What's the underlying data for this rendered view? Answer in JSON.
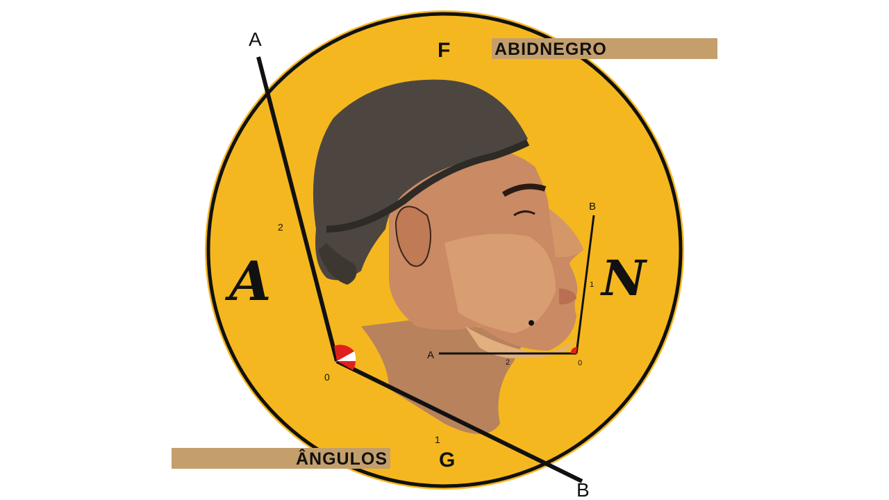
{
  "title_band": "ABIDNEGRO",
  "subtitle_band": "ÂNGULOS",
  "coin_letters": {
    "top": "F",
    "bottom": "G",
    "left": "A",
    "right": "N"
  },
  "left_angle": {
    "ray_a": "A",
    "ray_b": "B",
    "vertex": "0",
    "mark_1": "1",
    "mark_2": "2"
  },
  "right_angle": {
    "ray_a": "A",
    "ray_b": "B",
    "vertex": "0",
    "mark_1": "1",
    "mark_2": "2"
  },
  "colors": {
    "coin": "#f5b71f",
    "band": "#c49f6c",
    "angle_mark": "#e0201b"
  }
}
